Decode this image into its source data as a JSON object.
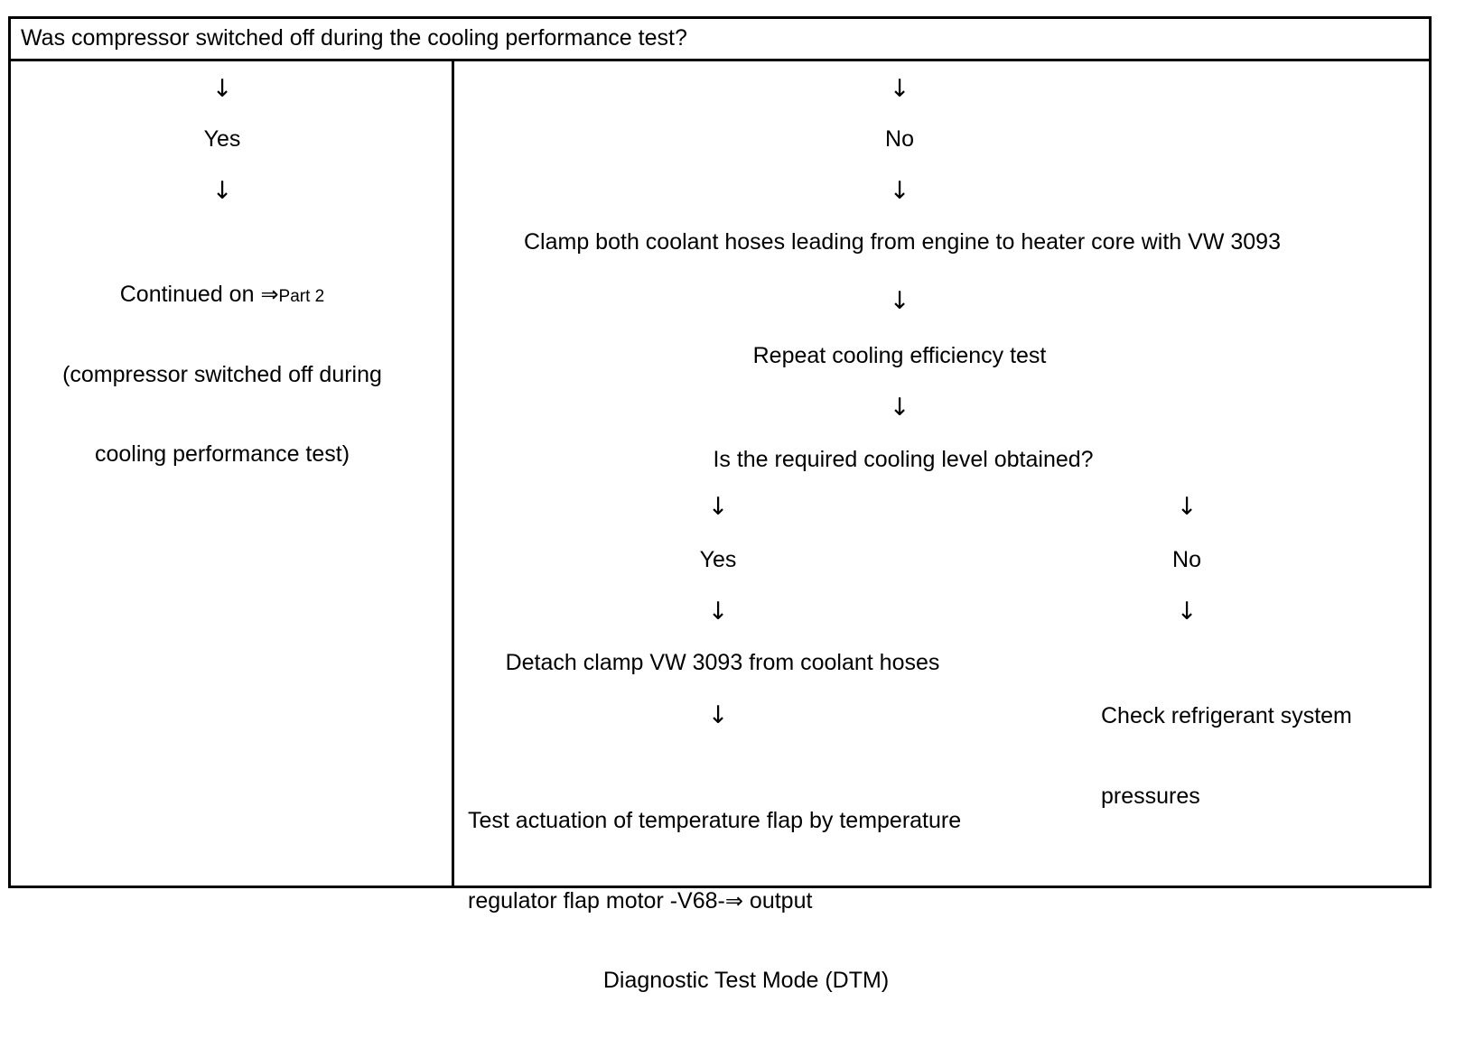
{
  "diagram": {
    "type": "flowchart",
    "title": "Was compressor switched off during the cooling performance test?",
    "arrow_glyph": "↓",
    "implies_glyph": "⇒",
    "colors": {
      "border": "#000000",
      "text": "#000000",
      "background": "#ffffff"
    },
    "left_branch": {
      "label": "Yes",
      "result_line1_prefix": "Continued on ",
      "result_line1_ref": "Part 2",
      "result_line2": "(compressor switched off during",
      "result_line3": "cooling performance test)"
    },
    "right_branch": {
      "label": "No",
      "step_clamp": "Clamp both coolant hoses leading from engine to heater core with VW 3093",
      "step_repeat": "Repeat cooling efficiency test",
      "decision": "Is the required cooling level obtained?",
      "yes_label": "Yes",
      "no_label": "No",
      "yes_result": "Detach clamp VW 3093 from coolant hoses",
      "no_result_line1": "Check refrigerant system",
      "no_result_line2": "pressures",
      "final_line1": "Test actuation of temperature flap by temperature",
      "final_line2_a": "regulator flap motor -V68-",
      "final_line2_b": " output",
      "final_line3": "Diagnostic Test Mode (DTM)"
    }
  }
}
